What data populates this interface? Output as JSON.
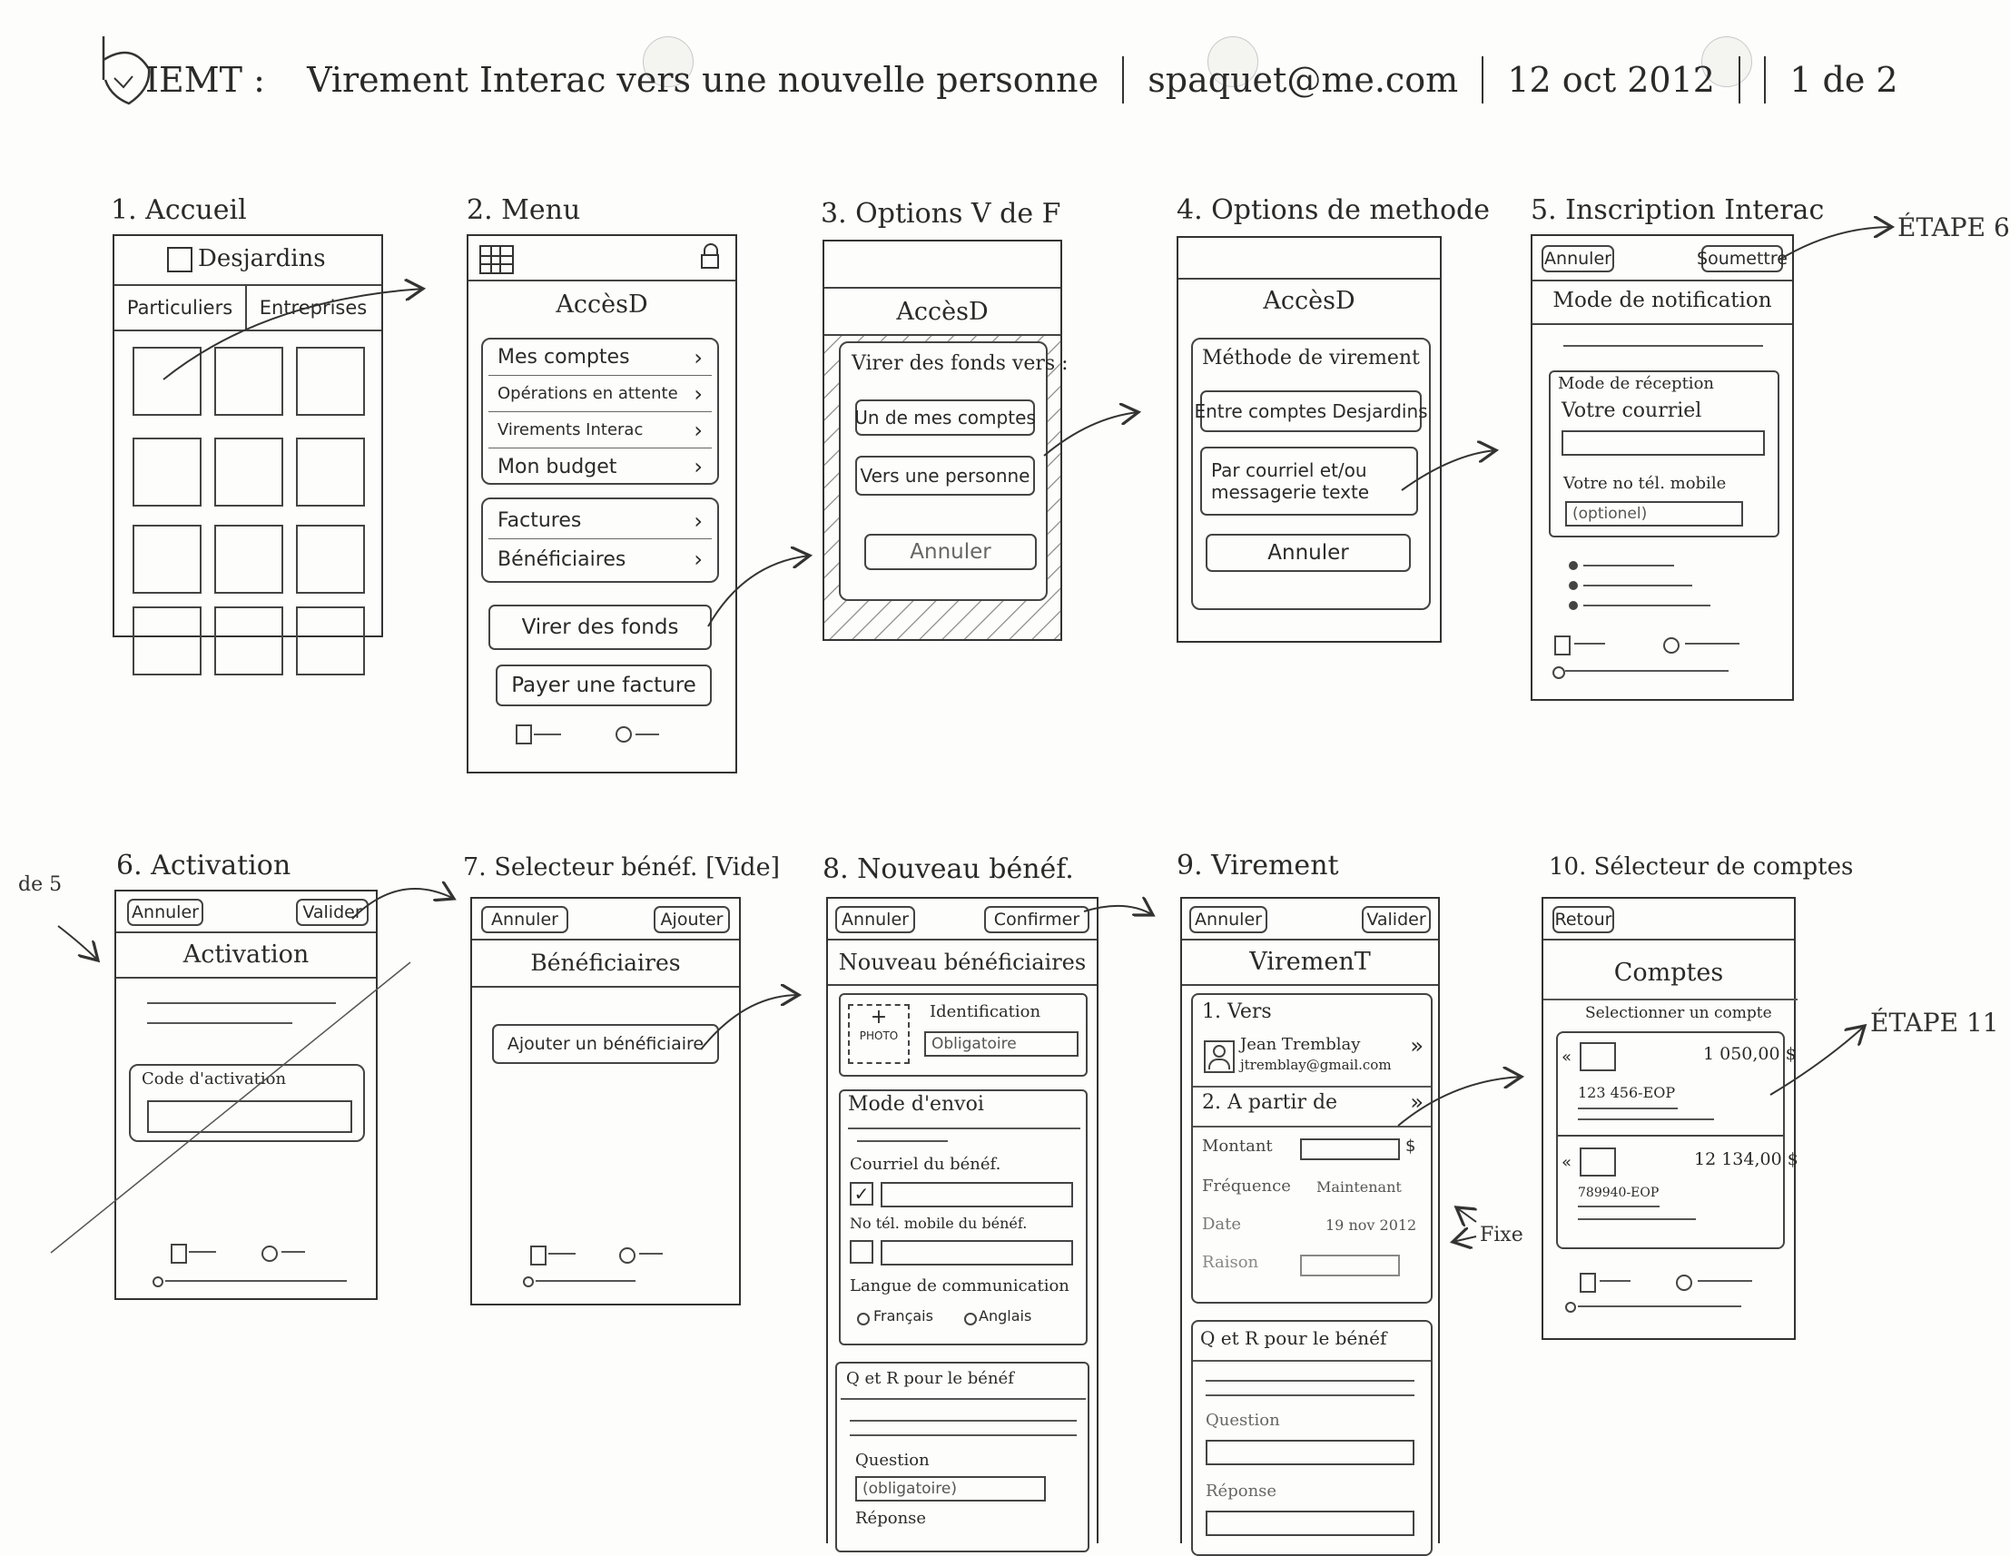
{
  "header": {
    "prefix": "IEMT :",
    "title": "Virement Interac vers une nouvelle personne",
    "email": "spaquet@me.com",
    "date": "12 oct 2012",
    "page": "1 de 2"
  },
  "screens": {
    "s1": {
      "label": "1. Accueil",
      "brand": "Desjardins",
      "tabs": [
        "Particuliers",
        "Entreprises"
      ]
    },
    "s2": {
      "label": "2. Menu",
      "title": "AccèsD",
      "group1": [
        "Mes comptes",
        "Opérations en attente",
        "Virements Interac",
        "Mon budget"
      ],
      "group2": [
        "Factures",
        "Bénéficiaires"
      ],
      "btn_virer": "Virer des fonds",
      "btn_payer": "Payer une facture"
    },
    "s3": {
      "label": "3. Options V de F",
      "title": "AccèsD",
      "prompt": "Virer des fonds vers :",
      "opt1": "Un de mes comptes",
      "opt2": "Vers une personne",
      "cancel": "Annuler"
    },
    "s4": {
      "label": "4. Options de methode",
      "title": "AccèsD",
      "heading": "Méthode de virement",
      "opt1": "Entre comptes Desjardins",
      "opt2_line1": "Par courriel et/ou",
      "opt2_line2": "messagerie texte",
      "cancel": "Annuler"
    },
    "s5": {
      "label": "5. Inscription Interac",
      "cancel": "Annuler",
      "submit": "Soumettre",
      "title": "Mode de notification",
      "group": "Mode de réception",
      "email_label": "Votre courriel",
      "phone_label": "Votre no tél. mobile",
      "phone_placeholder": "(optionel)"
    },
    "s6": {
      "label": "6. Activation",
      "cancel": "Annuler",
      "validate": "Valider",
      "title": "Activation",
      "code_label": "Code d'activation"
    },
    "s7": {
      "label": "7. Selecteur bénéf. [Vide]",
      "cancel": "Annuler",
      "add": "Ajouter",
      "title": "Bénéficiaires",
      "add_btn": "Ajouter un bénéficiaire"
    },
    "s8": {
      "label": "8. Nouveau bénéf.",
      "cancel": "Annuler",
      "confirm": "Confirmer",
      "title": "Nouveau bénéficiaires",
      "photo": "PHOTO",
      "id_label": "Identification",
      "id_placeholder": "Obligatoire",
      "send_mode": "Mode d'envoi",
      "email_label": "Courriel du bénéf.",
      "phone_label": "No tél. mobile du bénéf.",
      "lang_label": "Langue de communication",
      "lang_fr": "Français",
      "lang_en": "Anglais",
      "qr_heading": "Q et R pour le bénéf",
      "question": "Question",
      "question_placeholder": "(obligatoire)",
      "answer": "Réponse"
    },
    "s9": {
      "label": "9. Virement",
      "cancel": "Annuler",
      "validate": "Valider",
      "title": "ViremenT",
      "to": "1. Vers",
      "name": "Jean Tremblay",
      "email": "jtremblay@gmail.com",
      "from": "2. A partir de",
      "amount": "Montant",
      "amount_unit": "$",
      "freq": "Fréquence",
      "freq_val": "Maintenant",
      "date": "Date",
      "date_val": "19 nov 2012",
      "reason": "Raison",
      "qr_heading": "Q et R pour le bénéf",
      "question": "Question",
      "answer": "Réponse"
    },
    "s10": {
      "label": "10. Sélecteur de comptes",
      "back": "Retour",
      "title": "Comptes",
      "subtitle": "Selectionner un compte",
      "acc1_amount": "1 050,00 $",
      "acc1_no": "123 456-EOP",
      "acc2_amount": "12 134,00 $",
      "acc2_no": "789940-EOP"
    }
  },
  "notes": {
    "etape6": "ÉTAPE 6",
    "etape11": "ÉTAPE 11",
    "fixe": "Fixe",
    "de5": "de 5"
  }
}
